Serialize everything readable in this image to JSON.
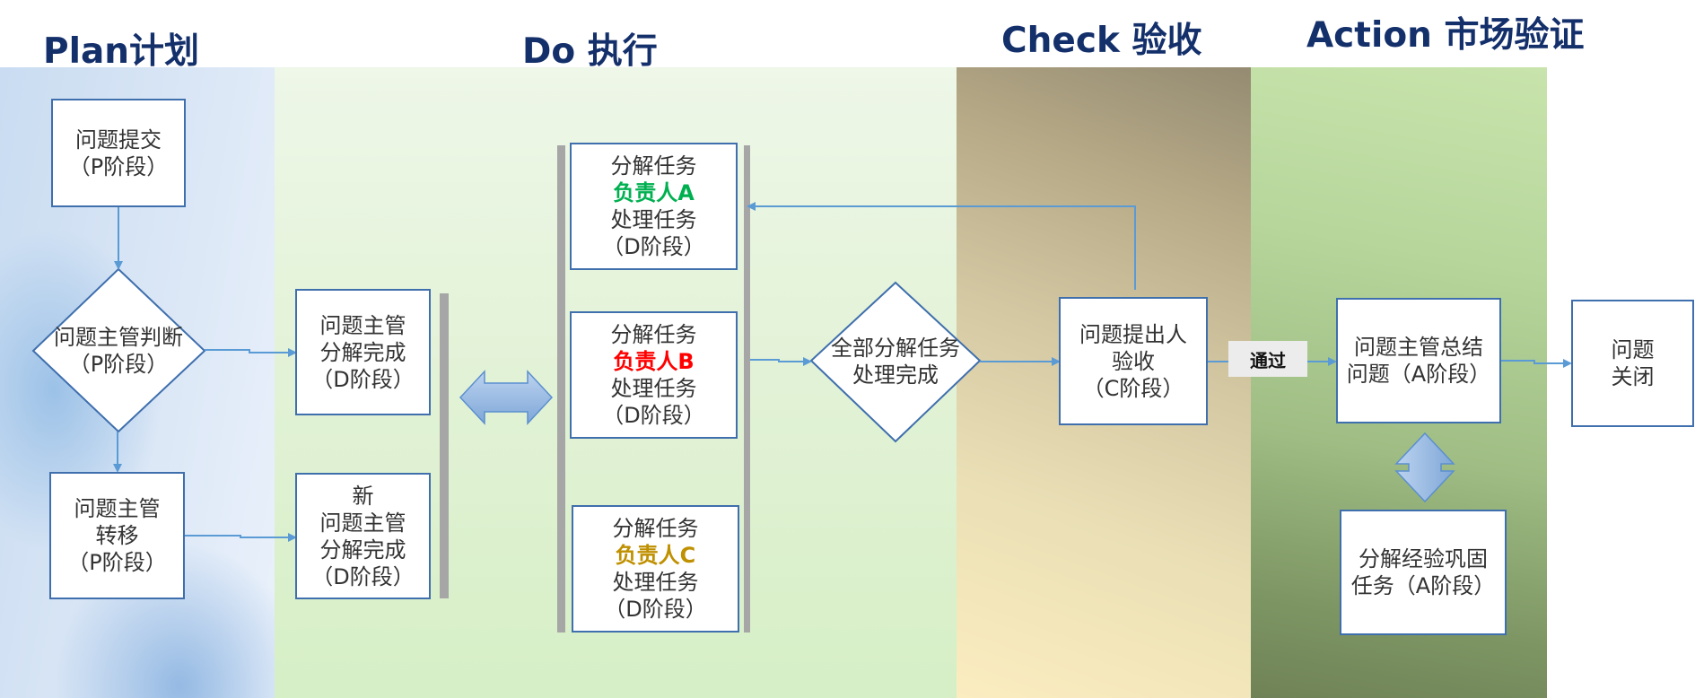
{
  "phases": {
    "plan": "Plan计划",
    "do": "Do 执行",
    "check": "Check  验收",
    "action": "Action 市场验证"
  },
  "nodes": {
    "submit": [
      "问题提交",
      "（P阶段）"
    ],
    "judge": [
      "问题主管判断",
      "（P阶段）"
    ],
    "transfer": [
      "问题主管",
      "转移",
      "（P阶段）"
    ],
    "decompose_done": [
      "问题主管",
      "分解完成",
      "（D阶段）"
    ],
    "new_decompose_done": [
      "新",
      "问题主管",
      "分解完成",
      "（D阶段）"
    ],
    "task_a": {
      "line1": "分解任务",
      "owner": "负责人A",
      "line3": "处理任务",
      "line4": "（D阶段）"
    },
    "task_b": {
      "line1": "分解任务",
      "owner": "负责人B",
      "line3": "处理任务",
      "line4": "（D阶段）"
    },
    "task_c": {
      "line1": "分解任务",
      "owner": "负责人C",
      "line3": "处理任务",
      "line4": "（D阶段）"
    },
    "all_done": [
      "全部分解任务",
      "处理完成"
    ],
    "accept": [
      "问题提出人",
      "验收",
      "（C阶段）"
    ],
    "pass_label": "通过",
    "summary": [
      "问题主管总结",
      "问题（A阶段）"
    ],
    "consolidate": [
      "分解经验巩固",
      "任务（A阶段）"
    ],
    "close": [
      "问题",
      "关闭"
    ]
  },
  "colors": {
    "owner_a": "#00b050",
    "owner_b": "#ff0000",
    "owner_c": "#bf9000",
    "border": "#3f6fad",
    "arrow": "#5b9bd5",
    "title": "#14306b"
  }
}
